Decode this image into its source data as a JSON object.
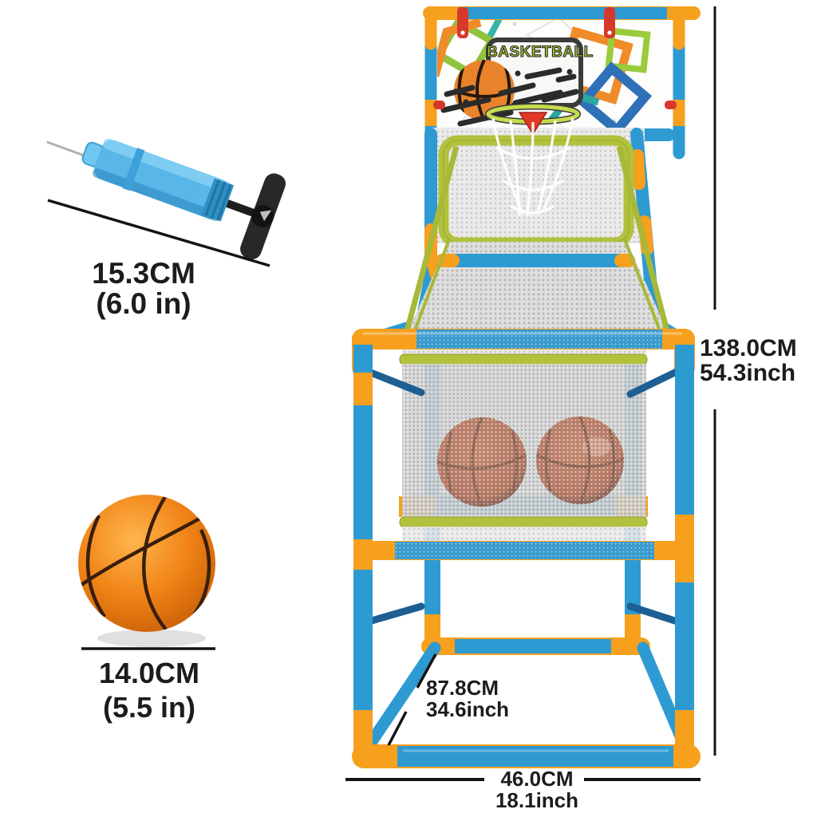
{
  "product": {
    "logo_text": "BASKETBALL",
    "description": "kids basketball arcade shooting stand with pump and mini ball"
  },
  "dimensions": {
    "pump": {
      "cm": "15.3CM",
      "in": "(6.0 in)"
    },
    "ball": {
      "cm": "14.0CM",
      "in": "(5.5 in)"
    },
    "height": {
      "cm": "138.0CM",
      "in": "54.3inch"
    },
    "depth": {
      "cm": "87.8CM",
      "in": "34.6inch"
    },
    "width": {
      "cm": "46.0CM",
      "in": "18.1inch"
    }
  },
  "colors": {
    "tube_blue": "#2e9ad2",
    "tube_orange": "#f6a01e",
    "net_frame_green": "#b2c23c",
    "rim_lime": "#c6dc4c",
    "accent_red": "#d6392b",
    "ball_orange": "#ee7d12",
    "caught_ball_brown": "#b25034",
    "pump_blue": "#58b6e8",
    "handle_black": "#282828",
    "mesh_gray": "#d6d6d6",
    "logo_green": "#a6cc29",
    "dimension_text": "#1c1c1c"
  },
  "icons": [
    "air-pump-icon",
    "mini-basketball-icon",
    "arcade-stand-icon",
    "hoop-net-icon",
    "backboard-icon"
  ]
}
